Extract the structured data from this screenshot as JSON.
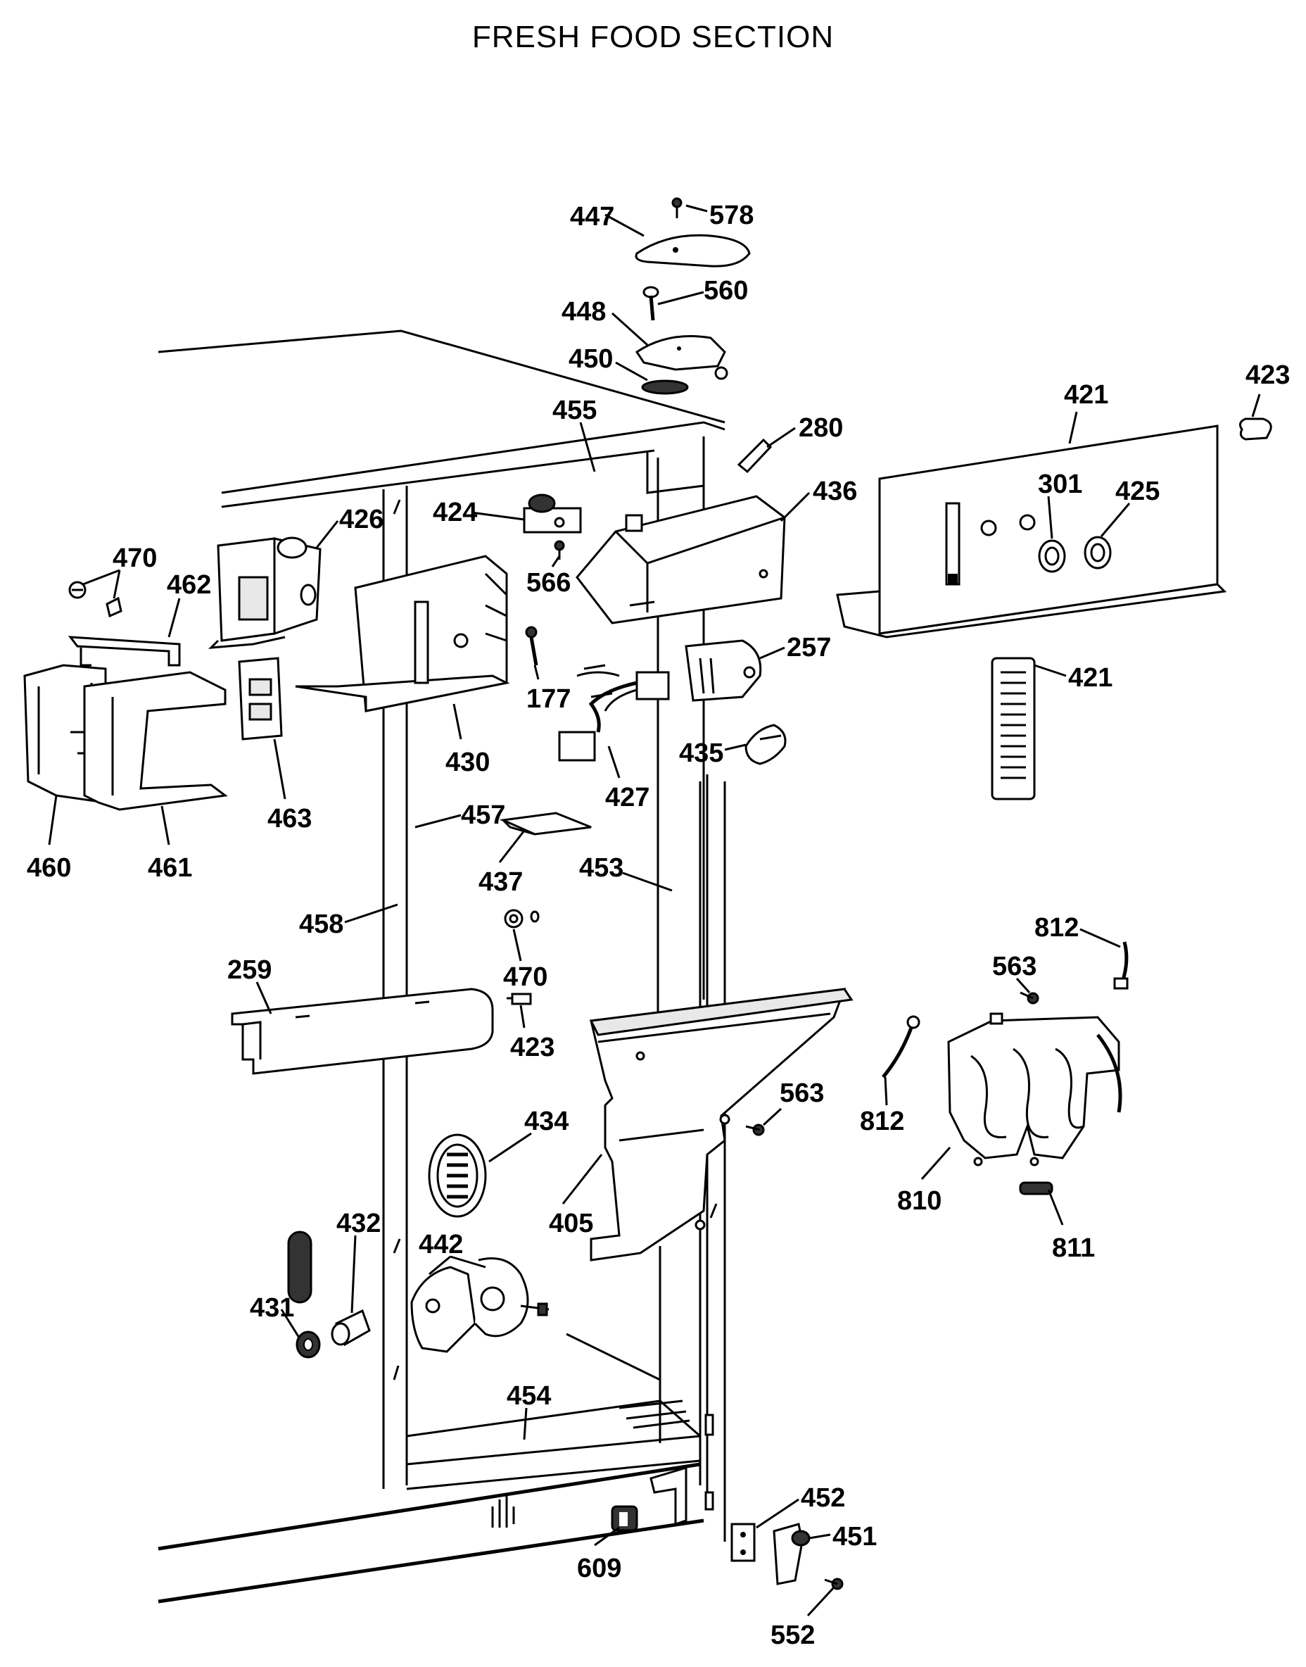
{
  "title": "FRESH FOOD SECTION",
  "callouts": [
    {
      "id": "c447",
      "label": "447"
    },
    {
      "id": "c578",
      "label": "578"
    },
    {
      "id": "c448",
      "label": "448"
    },
    {
      "id": "c560",
      "label": "560"
    },
    {
      "id": "c450",
      "label": "450"
    },
    {
      "id": "c455",
      "label": "455"
    },
    {
      "id": "c280",
      "label": "280"
    },
    {
      "id": "c423a",
      "label": "423"
    },
    {
      "id": "c421a",
      "label": "421"
    },
    {
      "id": "c436",
      "label": "436"
    },
    {
      "id": "c424",
      "label": "424"
    },
    {
      "id": "c426",
      "label": "426"
    },
    {
      "id": "c301",
      "label": "301"
    },
    {
      "id": "c425",
      "label": "425"
    },
    {
      "id": "c470a",
      "label": "470"
    },
    {
      "id": "c462",
      "label": "462"
    },
    {
      "id": "c566",
      "label": "566"
    },
    {
      "id": "c177",
      "label": "177"
    },
    {
      "id": "c257",
      "label": "257"
    },
    {
      "id": "c421b",
      "label": "421"
    },
    {
      "id": "c430",
      "label": "430"
    },
    {
      "id": "c435",
      "label": "435"
    },
    {
      "id": "c427",
      "label": "427"
    },
    {
      "id": "c463",
      "label": "463"
    },
    {
      "id": "c457",
      "label": "457"
    },
    {
      "id": "c460",
      "label": "460"
    },
    {
      "id": "c461",
      "label": "461"
    },
    {
      "id": "c437",
      "label": "437"
    },
    {
      "id": "c453",
      "label": "453"
    },
    {
      "id": "c458",
      "label": "458"
    },
    {
      "id": "c812a",
      "label": "812"
    },
    {
      "id": "c563a",
      "label": "563"
    },
    {
      "id": "c470b",
      "label": "470"
    },
    {
      "id": "c259",
      "label": "259"
    },
    {
      "id": "c423b",
      "label": "423"
    },
    {
      "id": "c563b",
      "label": "563"
    },
    {
      "id": "c812b",
      "label": "812"
    },
    {
      "id": "c434",
      "label": "434"
    },
    {
      "id": "c810",
      "label": "810"
    },
    {
      "id": "c405",
      "label": "405"
    },
    {
      "id": "c432",
      "label": "432"
    },
    {
      "id": "c442",
      "label": "442"
    },
    {
      "id": "c811",
      "label": "811"
    },
    {
      "id": "c431",
      "label": "431"
    },
    {
      "id": "c454",
      "label": "454"
    },
    {
      "id": "c452",
      "label": "452"
    },
    {
      "id": "c451",
      "label": "451"
    },
    {
      "id": "c609",
      "label": "609"
    },
    {
      "id": "c552",
      "label": "552"
    }
  ]
}
